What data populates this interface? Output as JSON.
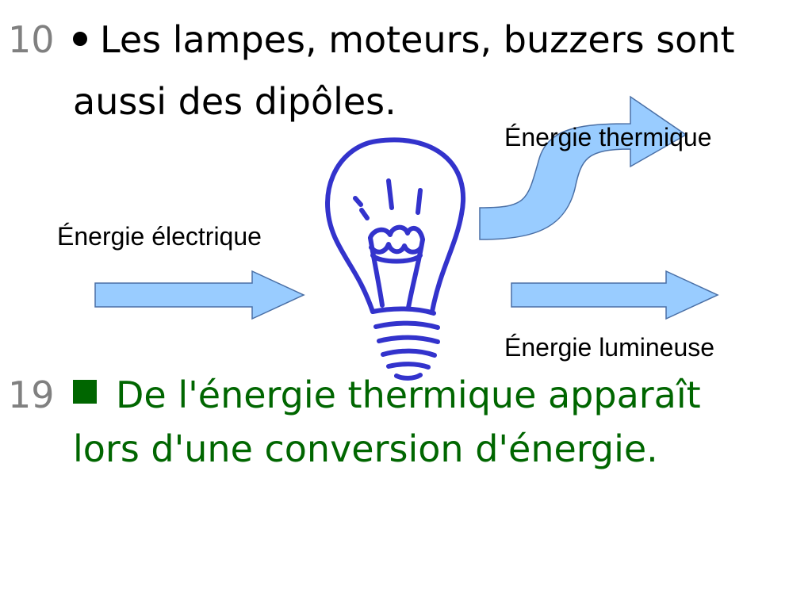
{
  "slide_numbers": {
    "first": "10",
    "second": "19"
  },
  "text": {
    "line1": "Les lampes, moteurs, buzzers sont",
    "line2": "aussi des dipôles.",
    "line3": "De l'énergie thermique apparaît",
    "line4": "lors d'une conversion d'énergie."
  },
  "diagram": {
    "labels": {
      "electrique": "Énergie électrique",
      "thermique": "Énergie thermique",
      "lumineuse": "Énergie lumineuse"
    }
  },
  "colors": {
    "text": "#000000",
    "slide_number": "#808080",
    "highlight_green": "#006600",
    "arrow_fill": "#99ccff",
    "arrow_stroke": "#4a6fa5",
    "bulb_stroke": "#3333cc"
  },
  "icons": {
    "bulb": "light-bulb-icon",
    "arrow": "arrow-right-icon"
  }
}
